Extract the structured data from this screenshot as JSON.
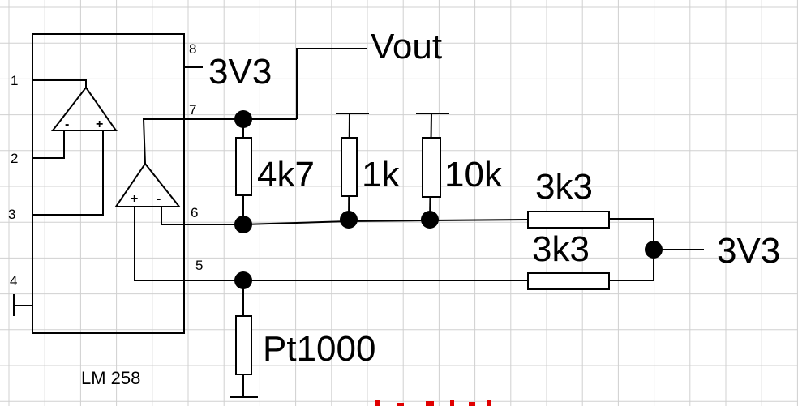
{
  "ic": {
    "name": "LM 258"
  },
  "pins": {
    "p1": "1",
    "p2": "2",
    "p3": "3",
    "p4": "4",
    "p5": "5",
    "p6": "6",
    "p7": "7",
    "p8": "8"
  },
  "opamp_signs": {
    "minus": "-",
    "plus": "+"
  },
  "labels": {
    "supply_top": "3V3",
    "supply_right": "3V3",
    "vout": "Vout"
  },
  "resistors": {
    "r_feedback": "4k7",
    "r_1k": "1k",
    "r_10k": "10k",
    "r_upper": "3k3",
    "r_lower": "3k3",
    "sensor": "Pt1000"
  },
  "colors": {
    "grid": "#d0d0d0",
    "wire": "#000000",
    "annotation": "#e00000"
  }
}
